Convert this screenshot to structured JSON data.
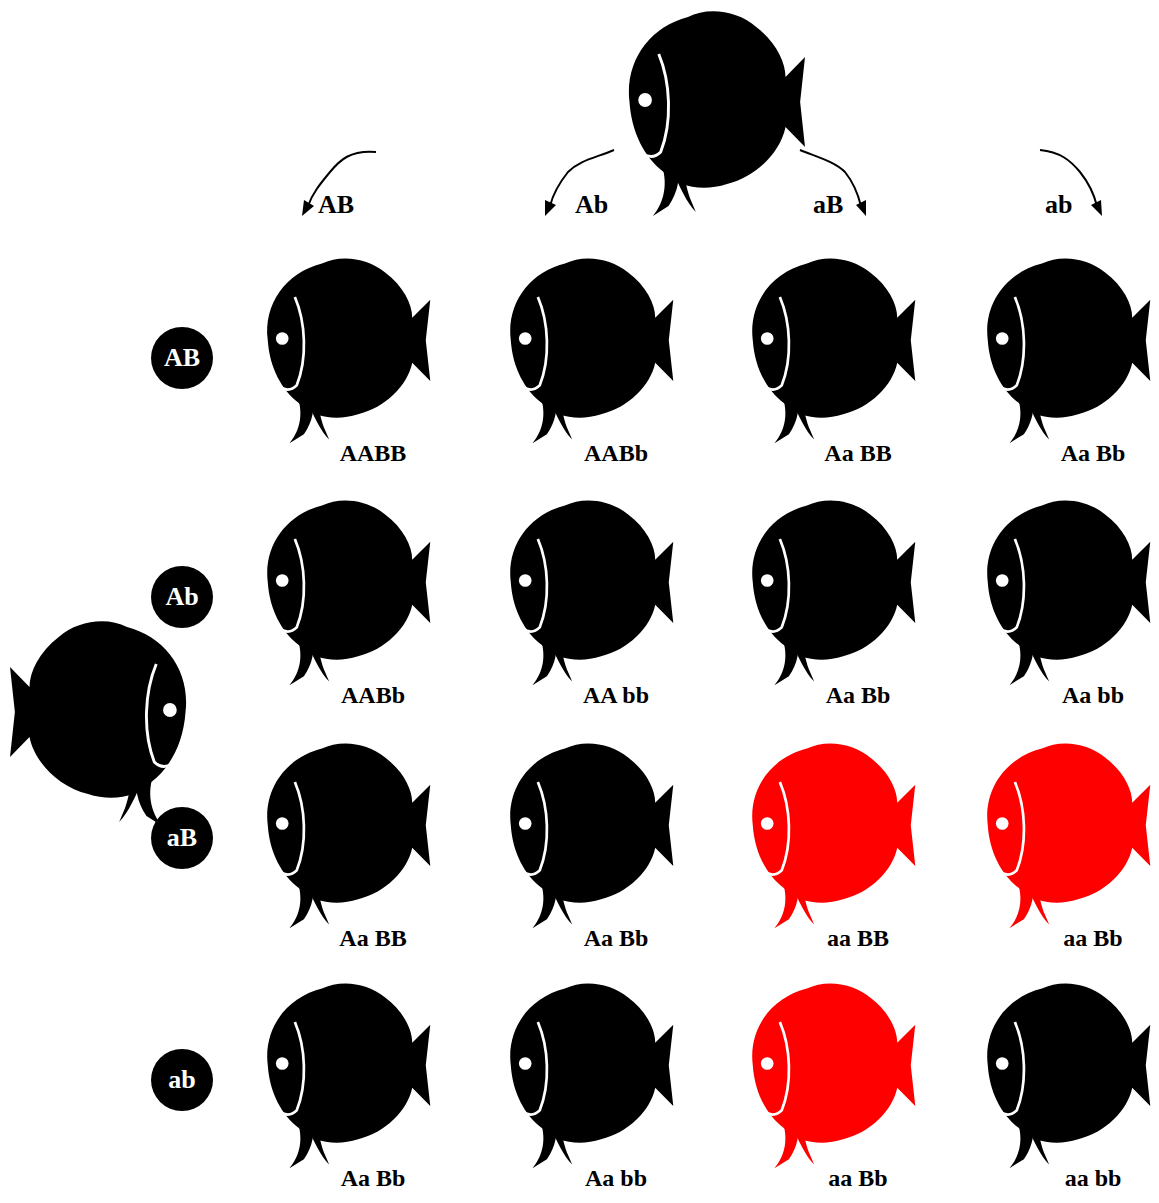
{
  "diagram": {
    "nodes": [
      {
        "text": [
          "AB"
        ]
      },
      {
        "text": [
          "AABB"
        ]
      },
      {
        "text": [
          "AABb"
        ]
      },
      {
        "text": [
          "Aa BB"
        ]
      },
      {
        "text": [
          "Aa Bb"
        ]
      },
      {
        "text": [
          "Ab"
        ]
      },
      {
        "text": [
          "AABb"
        ]
      },
      {
        "text": [
          "AA bb"
        ]
      },
      {
        "text": [
          "Aa Bb"
        ]
      },
      {
        "text": [
          "Aa bb"
        ]
      },
      {
        "text": [
          "aB"
        ]
      },
      {
        "text": [
          "Aa BB"
        ]
      },
      {
        "text": [
          "Aa Bb"
        ]
      },
      {
        "text": [
          "aa BB"
        ]
      },
      {
        "text": [
          "aa Bb"
        ]
      },
      {
        "text": [
          "ab"
        ]
      },
      {
        "text": [
          "Aa Bb"
        ]
      },
      {
        "text": [
          "Aa bb"
        ]
      },
      {
        "text": [
          "aa Bb"
        ]
      },
      {
        "text": [
          "aa bb"
        ]
      }
    ],
    "labels": [
      "AB",
      "Ab",
      "aB",
      "ab"
    ]
  }
}
